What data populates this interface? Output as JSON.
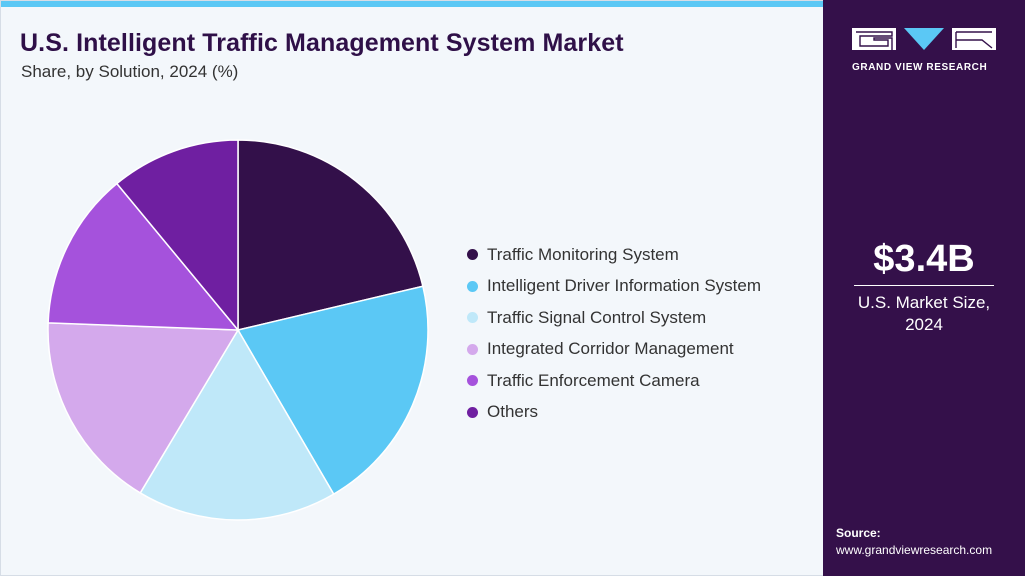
{
  "header": {
    "title": "U.S. Intelligent Traffic Management System Market",
    "subtitle": "Share, by Solution, 2024 (%)"
  },
  "colors": {
    "stripe": "#5bc8f5",
    "side_panel": "#34104a",
    "title": "#2f1048"
  },
  "chart_data": {
    "type": "pie",
    "title": "U.S. Intelligent Traffic Management System Market",
    "subtitle": "Share, by Solution, 2024 (%)",
    "legend_position": "right",
    "slices": [
      {
        "name": "Traffic Monitoring System",
        "value": 21.3,
        "color": "#33104a"
      },
      {
        "name": "Intelligent Driver Information System",
        "value": 20.3,
        "color": "#5bc8f5"
      },
      {
        "name": "Traffic Signal Control System",
        "value": 17.0,
        "color": "#bfe8f9"
      },
      {
        "name": "Integrated Corridor Management",
        "value": 17.0,
        "color": "#d4a9ec"
      },
      {
        "name": "Traffic Enforcement Camera",
        "value": 13.4,
        "color": "#a552dc"
      },
      {
        "name": "Others",
        "value": 11.0,
        "color": "#6f1fa1"
      }
    ]
  },
  "brand": {
    "logo_name": "GVW logo",
    "name": "GRAND VIEW RESEARCH"
  },
  "market": {
    "value": "$3.4B",
    "label_line1": "U.S. Market Size,",
    "label_line2": "2024"
  },
  "source": {
    "label": "Source:",
    "url": "www.grandviewresearch.com"
  }
}
